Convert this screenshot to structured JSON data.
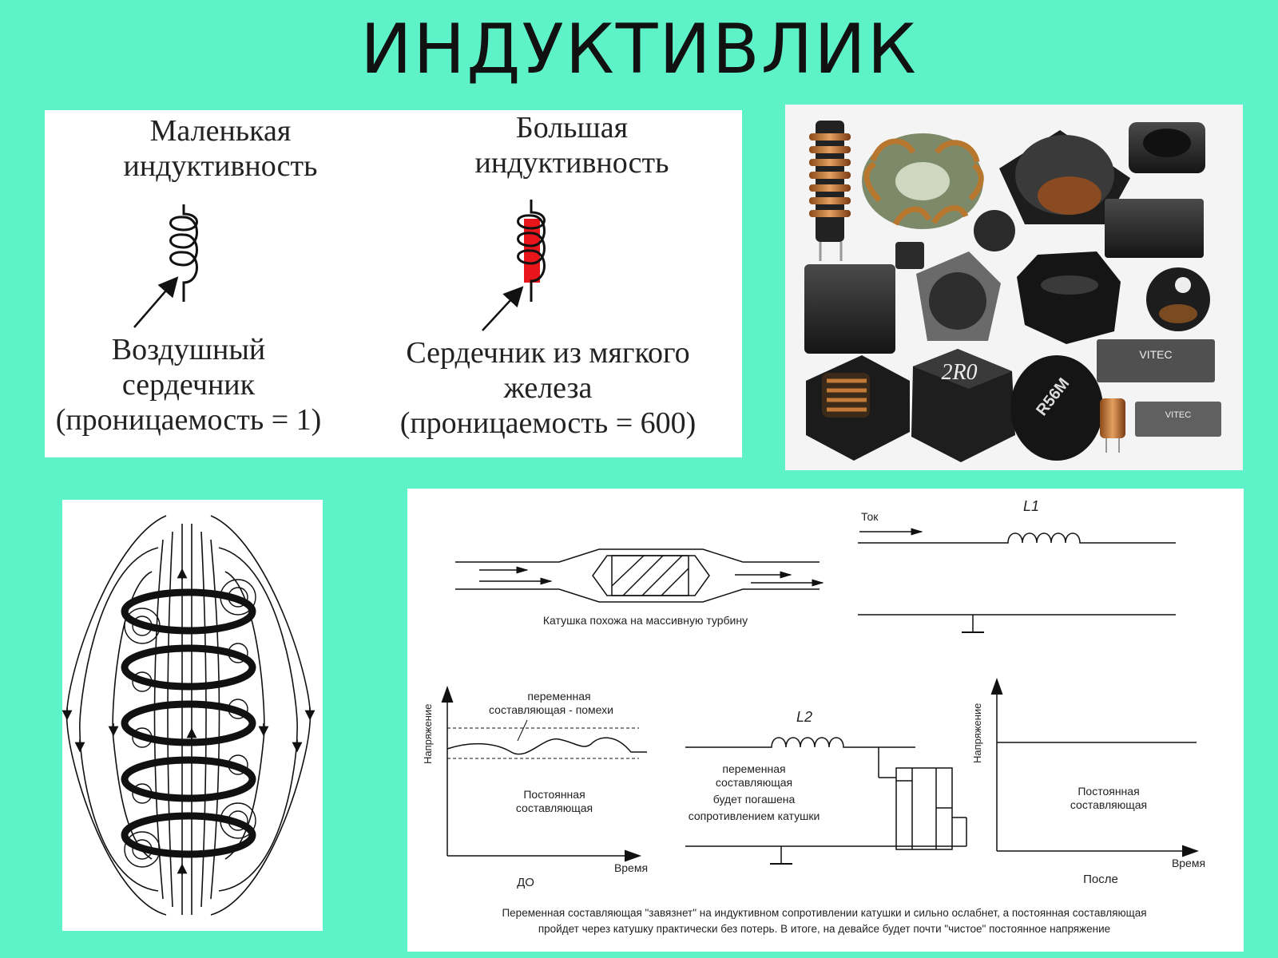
{
  "title": "ИНДУКТИВЛИК",
  "symbols": {
    "small": {
      "line1": "Маленькая",
      "line2": "индуктивность"
    },
    "large": {
      "line1": "Большая",
      "line2": "индуктивность"
    },
    "air": {
      "line1": "Воздушный",
      "line2": "сердечник",
      "line3": "(проницаемость = 1)"
    },
    "iron": {
      "line1": "Сердечник из мягкого",
      "line2": "железа",
      "line3": "(проницаемость = 600)"
    }
  },
  "photos": {
    "marking_2r0": "2R0",
    "marking_vitec": "VITEC",
    "marking_r56m": "R56M"
  },
  "circuit": {
    "turbine_caption": "Катушка похожа на массивную турбину",
    "current_label": "Ток",
    "l1": "L1",
    "l2": "L2",
    "graph_before": {
      "ylabel": "Напряжение",
      "xlabel": "Время",
      "ac_line1": "переменная",
      "ac_line2": "составляющая - помехи",
      "dc_line1": "Постоянная",
      "dc_line2": "составляющая",
      "caption": "ДО"
    },
    "middle": {
      "line1": "переменная",
      "line2": "составляющая",
      "line3": "будет погашена",
      "line4": "сопротивлением катушки"
    },
    "graph_after": {
      "ylabel": "Напряжение",
      "xlabel": "Время",
      "dc_line1": "Постоянная",
      "dc_line2": "составляющая",
      "caption": "После"
    },
    "footer_line1": "Переменная составляющая \"завязнет\" на индуктивном сопротивлении катушки и сильно ослабнет, а постоянная составляющая",
    "footer_line2": "пройдет через катушку практически без потерь.  В итоге, на девайсе будет почти \"чистое\" постоянное напряжение"
  }
}
